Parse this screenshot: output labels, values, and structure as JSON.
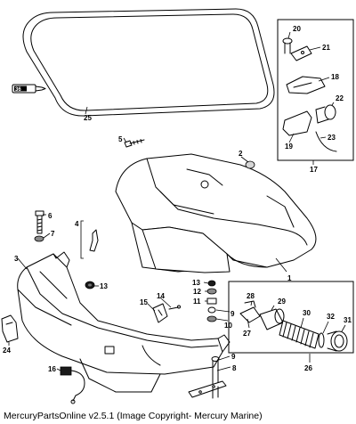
{
  "callouts": {
    "c1": "1",
    "c2": "2",
    "c3": "3",
    "c4": "4",
    "c5": "5",
    "c6": "6",
    "c7": "7",
    "c8": "8",
    "c9a": "9",
    "c9b": "9",
    "c10": "10",
    "c11": "11",
    "c12": "12",
    "c13a": "13",
    "c13b": "13",
    "c14": "14",
    "c15": "15",
    "c16": "16",
    "c17": "17",
    "c18": "18",
    "c19": "19",
    "c20": "20",
    "c21": "21",
    "c22": "22",
    "c23": "23",
    "c24": "24",
    "c25": "25",
    "c26": "26",
    "c27": "27",
    "c28": "28",
    "c29": "29",
    "c30": "30",
    "c31": "31",
    "c32": "32"
  },
  "tube_label": "36",
  "footer_text": "MercuryPartsOnline v2.5.1 (Image Copyright- Mercury Marine)"
}
